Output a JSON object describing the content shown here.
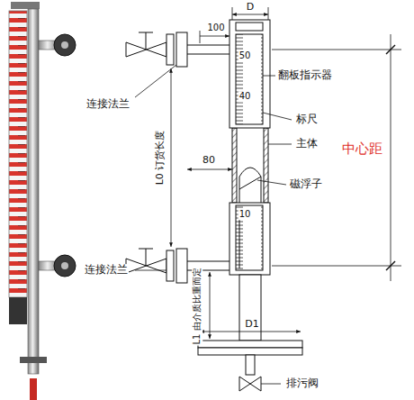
{
  "diagram": {
    "labels": [
      "D",
      "100",
      "50",
      "翻板指示器",
      "40",
      "标尺",
      "主体",
      "80",
      "L0 订货长度",
      "中心距",
      "磁浮子",
      "10",
      "连接法兰",
      "连接法兰",
      "L1 由介质比重而定",
      "D1",
      "排污阀"
    ]
  }
}
